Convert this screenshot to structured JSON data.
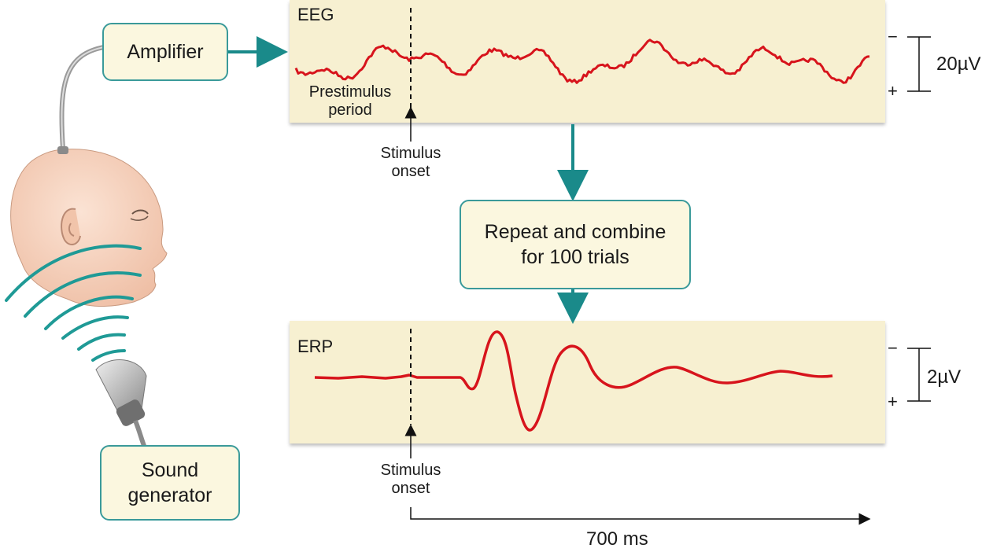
{
  "boxes": {
    "amplifier": "Amplifier",
    "repeat_line1": "Repeat and combine",
    "repeat_line2": "for 100 trials",
    "sound_line1": "Sound",
    "sound_line2": "generator"
  },
  "eeg_panel": {
    "title": "EEG",
    "prestimulus_line1": "Prestimulus",
    "prestimulus_line2": "period",
    "scale_minus": "−",
    "scale_plus": "+",
    "scale_value": "20µV"
  },
  "erp_panel": {
    "title": "ERP",
    "scale_minus": "−",
    "scale_plus": "+",
    "scale_value": "2µV"
  },
  "stimulus_onset": {
    "line1": "Stimulus",
    "line2": "onset"
  },
  "time_axis": {
    "label": "700 ms"
  },
  "colors": {
    "trace": "#d7141c",
    "arrow": "#1a8a8a",
    "box_border": "#3a9a9a",
    "panel": "#f7f0d1",
    "skin": "#f6d2bc"
  }
}
